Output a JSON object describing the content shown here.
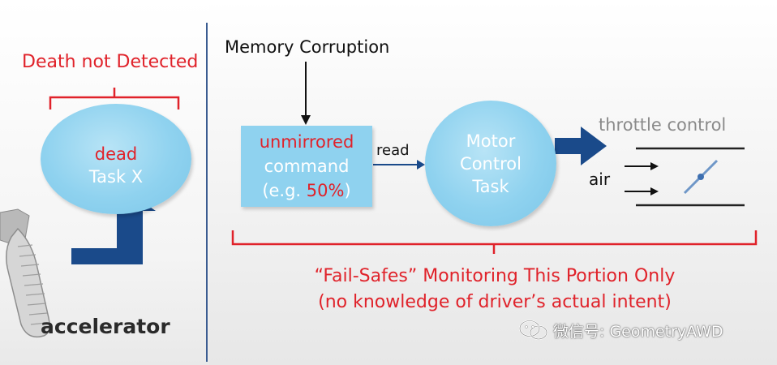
{
  "left_panel": {
    "death_label": "Death not Detected",
    "task": {
      "line1": "dead",
      "line2": "Task X"
    },
    "pedal_label": "accelerator"
  },
  "right_panel": {
    "memory_label": "Memory Corruption",
    "command_box": {
      "line1": "unmirrored",
      "line2": "command",
      "line3_prefix": "(e.g. ",
      "line3_value": "50%",
      "line3_suffix": ")"
    },
    "read_label": "read",
    "motor_task": {
      "line1": "Motor",
      "line2": "Control",
      "line3": "Task"
    },
    "throttle_label": "throttle control",
    "air_label": "air",
    "failsafe_line1": "“Fail-Safes” Monitoring This Portion Only",
    "failsafe_line2": "(no knowledge of driver’s actual intent)"
  },
  "watermark": {
    "icon": "wechat-icon",
    "text": "微信号: GeometryAWD"
  },
  "colors": {
    "highlight_red": "#e0222a",
    "bubble_blue": "#8fd2ef",
    "arrow_navy": "#1a4a8a",
    "divider_blue": "#3b5c91"
  }
}
